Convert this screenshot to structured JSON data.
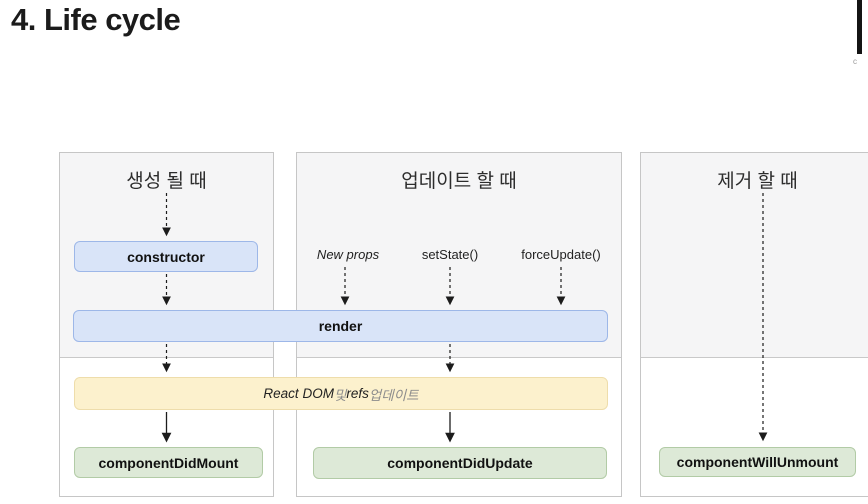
{
  "page": {
    "title": "4. Life cycle",
    "corner_mark": "c"
  },
  "diagram": {
    "columns": [
      {
        "header": "생성 될 때"
      },
      {
        "header": "업데이트 할 때"
      },
      {
        "header": "제거 할 때"
      }
    ],
    "update_triggers": [
      "New props",
      "setState()",
      "forceUpdate()"
    ],
    "boxes": {
      "constructor": "constructor",
      "render": "render",
      "react_dom_update": {
        "en1": "React DOM",
        "ko1": " 및 ",
        "en2": "refs",
        "ko2": " 업데이트"
      },
      "component_did_mount": "componentDidMount",
      "component_did_update": "componentDidUpdate",
      "component_will_unmount": "componentWillUnmount"
    },
    "colors": {
      "blue_fill": "#d9e4f8",
      "blue_border": "#9db7e8",
      "yellow_fill": "#fcf1cd",
      "yellow_border": "#eeddab",
      "green_fill": "#dde9d7",
      "green_border": "#b2cba6",
      "container_shade": "#f5f5f6",
      "container_border": "#c6c6c6",
      "arrow": "#1c1c1c"
    }
  }
}
